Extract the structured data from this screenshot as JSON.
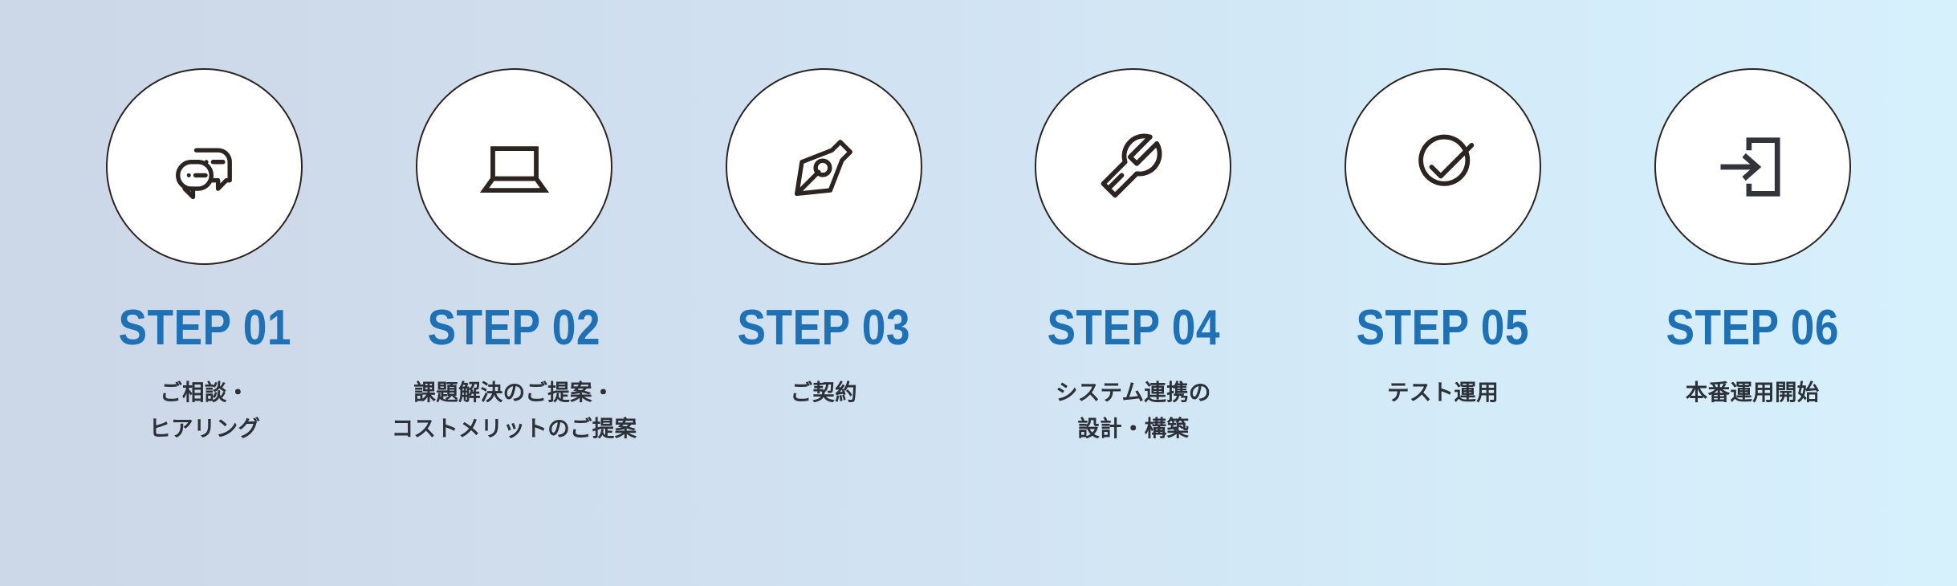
{
  "theme": {
    "background_gradient_start": "#ccd7e7",
    "background_gradient_end": "#d6f0fc",
    "step_number_color": "#1d71b4",
    "caption_color": "#2c3038",
    "circle_fill": "#ffffff",
    "circle_border": "#2b2420",
    "icon_color": "#2b2420"
  },
  "steps": [
    {
      "number": "STEP 01",
      "caption": "ご相談・\nヒアリング",
      "icon": "chat-bubbles-icon"
    },
    {
      "number": "STEP 02",
      "caption": "課題解決のご提案・\nコストメリットのご提案",
      "icon": "laptop-icon"
    },
    {
      "number": "STEP 03",
      "caption": "ご契約",
      "icon": "pen-nib-icon"
    },
    {
      "number": "STEP 04",
      "caption": "システム連携の\n設計・構築",
      "icon": "wrench-icon"
    },
    {
      "number": "STEP 05",
      "caption": "テスト運用",
      "icon": "check-circle-icon"
    },
    {
      "number": "STEP 06",
      "caption": "本番運用開始",
      "icon": "login-arrow-icon"
    }
  ]
}
